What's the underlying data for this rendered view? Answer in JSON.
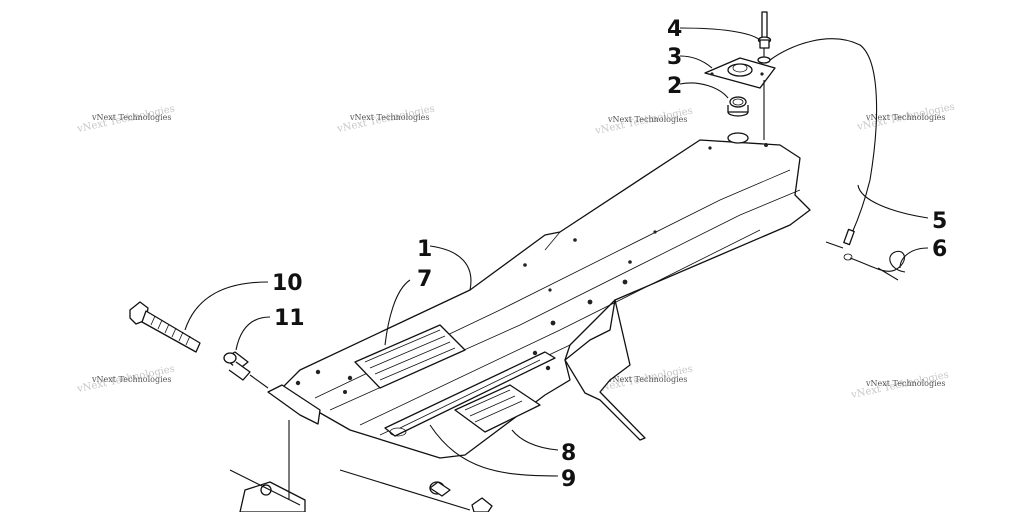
{
  "callouts": [
    {
      "id": "1",
      "label": "1"
    },
    {
      "id": "2",
      "label": "2"
    },
    {
      "id": "3",
      "label": "3"
    },
    {
      "id": "4",
      "label": "4"
    },
    {
      "id": "5",
      "label": "5"
    },
    {
      "id": "6",
      "label": "6"
    },
    {
      "id": "7",
      "label": "7"
    },
    {
      "id": "8",
      "label": "8"
    },
    {
      "id": "9",
      "label": "9"
    },
    {
      "id": "10",
      "label": "10"
    },
    {
      "id": "11",
      "label": "11"
    }
  ],
  "watermark": {
    "text": "vNext Technologies"
  }
}
